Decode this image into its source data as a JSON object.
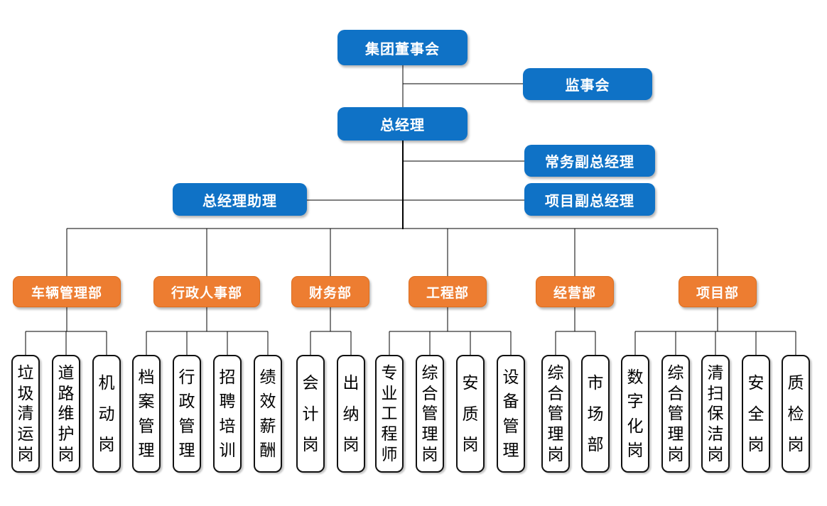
{
  "colors": {
    "executive_box": "#0F72C6",
    "department_box": "#ED7D31",
    "post_box_border": "#111111",
    "connector": "#000000"
  },
  "executive": {
    "board": "集团董事会",
    "supervisory_board": "监事会",
    "general_manager": "总经理",
    "executive_deputy_gm": "常务副总经理",
    "gm_assistant": "总经理助理",
    "project_deputy_gm": "项目副总经理"
  },
  "departments": [
    {
      "label": "车辆管理部",
      "posts": [
        "垃圾清运岗",
        "道路维护岗",
        "机动岗"
      ]
    },
    {
      "label": "行政人事部",
      "posts": [
        "档案管理",
        "行政管理",
        "招聘培训",
        "绩效薪酬"
      ]
    },
    {
      "label": "财务部",
      "posts": [
        "会计岗",
        "出纳岗"
      ]
    },
    {
      "label": "工程部",
      "posts": [
        "专业工程师",
        "综合管理岗",
        "安质岗",
        "设备管理"
      ]
    },
    {
      "label": "经营部",
      "posts": [
        "综合管理岗",
        "市场部"
      ]
    },
    {
      "label": "项目部",
      "posts": [
        "数字化岗",
        "综合管理岗",
        "清扫保洁岗",
        "安全岗",
        "质检岗"
      ]
    }
  ]
}
